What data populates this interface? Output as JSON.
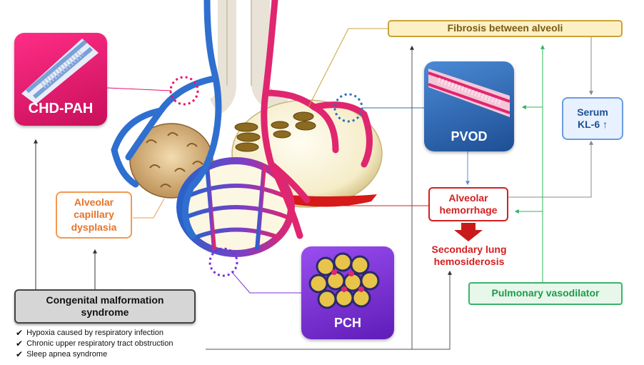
{
  "labels": {
    "chd_pah": "CHD-PAH",
    "pvod": "PVOD",
    "pch": "PCH",
    "fibrosis": "Fibrosis between alveoli",
    "serum_line1": "Serum",
    "serum_line2": "KL-6 ↑",
    "acd": [
      "Alveolar",
      "capillary",
      "dysplasia"
    ],
    "hemorrhage": [
      "Alveolar",
      "hemorrhage"
    ],
    "hemosiderosis": [
      "Secondary lung",
      "hemosiderosis"
    ],
    "vasodilator": "Pulmonary vasodilator",
    "congenital": [
      "Congenital malformation",
      "syndrome"
    ]
  },
  "conditions": [
    "Hypoxia caused by respiratory infection",
    "Chronic upper respiratory tract obstruction",
    "Sleep apnea syndrome"
  ],
  "colors": {
    "chd_pah": "#e6156f",
    "pvod": "#2f6fb5",
    "pch": "#7b2fd6",
    "fibrosis_fill": "#fdf0c4",
    "fibrosis_border": "#c9a33a",
    "serum_fill": "#e7f1ff",
    "serum_border": "#6d9be0",
    "acd": "#f39a4e",
    "hemorrhage": "#d32020",
    "vasodilator_fill": "#e7f7ea",
    "vasodilator_border": "#3bb36a",
    "congenital_fill": "#d6d6d6"
  },
  "icons": [
    "check-icon",
    "down-arrow-icon"
  ]
}
